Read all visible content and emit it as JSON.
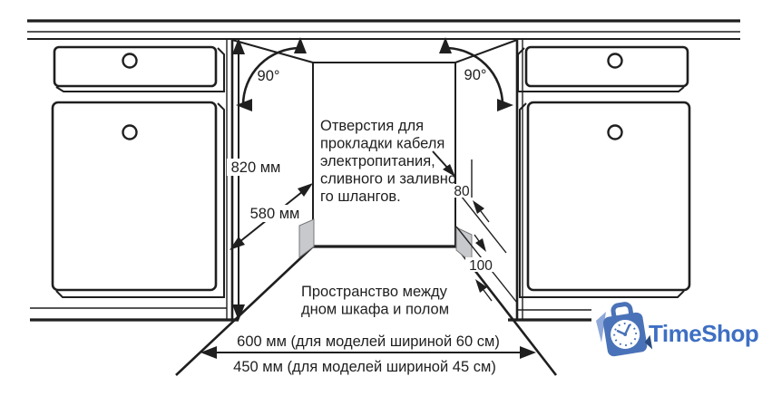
{
  "diagram": {
    "dimensions": {
      "height": "820 мм",
      "depth": "580 мм",
      "angle_left": "90°",
      "angle_right": "90°",
      "hole_size": "80",
      "hole_floor_offset": "100",
      "width_60": "600 мм (для моделей шириной 60 см)",
      "width_45": "450 мм (для моделей шириной 45 см)"
    },
    "notes": {
      "holes": [
        "Отверстия для",
        "прокладки кабеля",
        "электропитания,",
        "сливного и заливно",
        "го шлангов."
      ],
      "floor_gap": [
        "Пространство между",
        "дном шкафа и полом"
      ]
    }
  },
  "logo": {
    "name": "TimeShop",
    "icon": "bag-clock-icon",
    "wordmark_color": "#3e6fc4",
    "icon_color": "#4a72b8",
    "icon_light_color": "#8ea8d9"
  },
  "colors": {
    "line": "#1f1f1f",
    "hole_fill": "#c7c9cc",
    "background": "#ffffff"
  }
}
